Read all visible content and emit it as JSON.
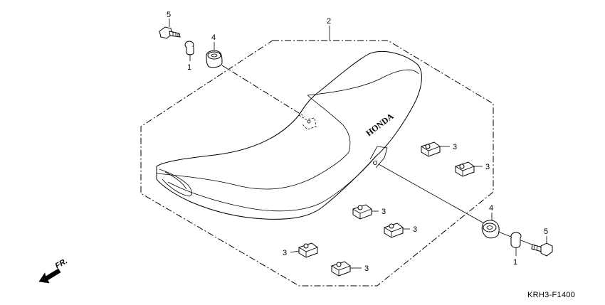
{
  "diagram": {
    "code": "KRH3-F1400",
    "direction_label": "FR.",
    "brand_text": "HONDA",
    "callouts": {
      "collar_left": "1",
      "collar_right": "1",
      "seat": "2",
      "clip_1": "3",
      "clip_2": "3",
      "clip_3": "3",
      "clip_4": "3",
      "clip_5": "3",
      "clip_6": "3",
      "grommet_left": "4",
      "grommet_right": "4",
      "bolt_left": "5",
      "bolt_right": "5"
    }
  }
}
